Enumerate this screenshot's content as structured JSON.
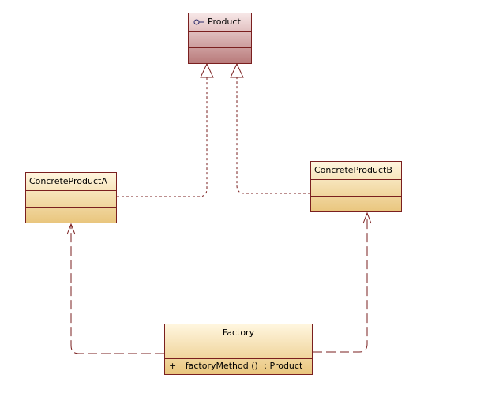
{
  "classes": {
    "product": {
      "name": "Product",
      "stereotype_icon": "interface-lollipop-icon"
    },
    "concrete_a": {
      "name": "ConcreteProductA"
    },
    "concrete_b": {
      "name": "ConcreteProductB"
    },
    "factory": {
      "name": "Factory",
      "operation": {
        "visibility": "+",
        "signature": "factoryMethod ()",
        "return": ": Product"
      }
    }
  },
  "relations": [
    {
      "type": "realization",
      "from": "ConcreteProductA",
      "to": "Product"
    },
    {
      "type": "realization",
      "from": "ConcreteProductB",
      "to": "Product"
    },
    {
      "type": "dependency",
      "from": "Factory",
      "to": "ConcreteProductA"
    },
    {
      "type": "dependency",
      "from": "Factory",
      "to": "ConcreteProductB"
    }
  ],
  "colors": {
    "border": "#7a1f1f",
    "interface_fill": "#c48b8b",
    "class_fill": "#f0d79f"
  }
}
